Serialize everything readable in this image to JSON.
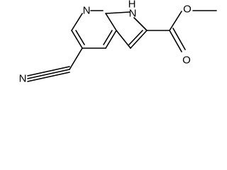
{
  "molecule": {
    "atom_labels": {
      "pyridine_n": "N",
      "pyrrole_nh": "H",
      "pyrrole_n": "N",
      "nitrile_n": "N",
      "carbonyl_o": "O",
      "ester_o": "O"
    }
  },
  "colors": {
    "background": "#ffffff",
    "ink": "#000000"
  }
}
